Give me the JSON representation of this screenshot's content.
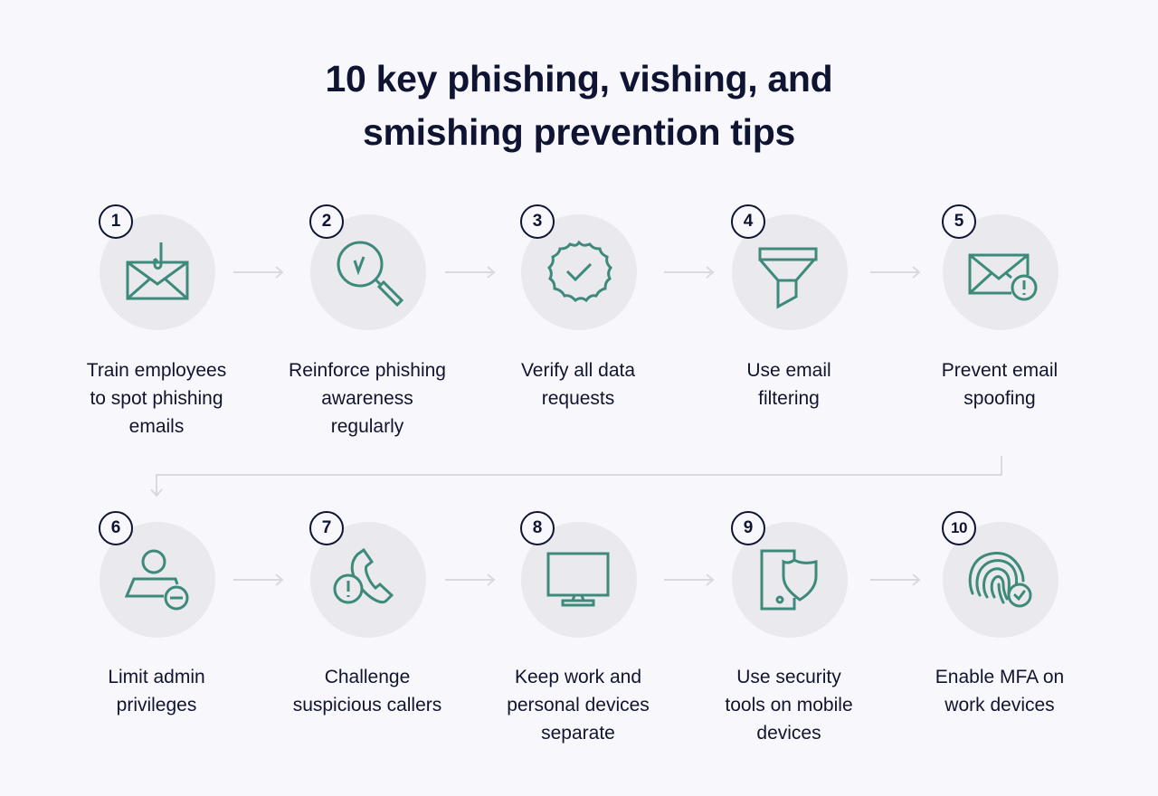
{
  "title": {
    "line1": "10 key phishing, vishing, and",
    "line2": "smishing prevention tips"
  },
  "colors": {
    "background": "#f8f8fc",
    "circle": "#e9e9ee",
    "icon_stroke": "#3d8a7a",
    "text": "#0f1433",
    "arrow": "#d9d9df"
  },
  "steps": [
    {
      "number": "1",
      "icon": "phishing-email-hook-icon",
      "label_lines": [
        "Train employees",
        "to spot phishing",
        "emails"
      ]
    },
    {
      "number": "2",
      "icon": "magnifier-check-icon",
      "label_lines": [
        "Reinforce phishing",
        "awareness",
        "regularly"
      ]
    },
    {
      "number": "3",
      "icon": "verified-badge-icon",
      "label_lines": [
        "Verify all data",
        "requests"
      ]
    },
    {
      "number": "4",
      "icon": "funnel-filter-icon",
      "label_lines": [
        "Use email",
        "filtering"
      ]
    },
    {
      "number": "5",
      "icon": "email-alert-icon",
      "label_lines": [
        "Prevent email",
        "spoofing"
      ]
    },
    {
      "number": "6",
      "icon": "user-remove-icon",
      "label_lines": [
        "Limit admin",
        "privileges"
      ]
    },
    {
      "number": "7",
      "icon": "phone-alert-icon",
      "label_lines": [
        "Challenge",
        "suspicious callers"
      ]
    },
    {
      "number": "8",
      "icon": "monitor-icon",
      "label_lines": [
        "Keep work and",
        "personal devices",
        "separate"
      ]
    },
    {
      "number": "9",
      "icon": "mobile-shield-icon",
      "label_lines": [
        "Use security",
        "tools on mobile",
        "devices"
      ]
    },
    {
      "number": "10",
      "icon": "fingerprint-check-icon",
      "label_lines": [
        "Enable MFA on",
        "work devices"
      ]
    }
  ]
}
